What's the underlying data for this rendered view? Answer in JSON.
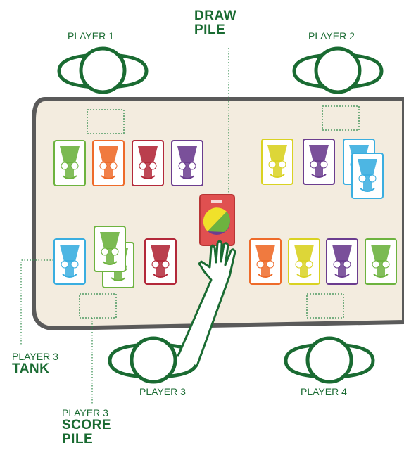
{
  "labels": {
    "draw_pile_line1": "DRAW",
    "draw_pile_line2": "PILE",
    "player1": "PLAYER 1",
    "player2": "PLAYER 2",
    "player3": "PLAYER 3",
    "player4": "PLAYER 4",
    "tank_line1": "PLAYER 3",
    "tank_line2": "TANK",
    "score_line1": "PLAYER 3",
    "score_line2": "SCORE",
    "score_line3": "PILE"
  },
  "colors": {
    "accent_green": "#1a6b32",
    "table_fill": "#f3ecdf",
    "table_border": "#5a5a5a",
    "card_green": "#6db33f",
    "card_orange": "#ee6b2a",
    "card_red": "#b3293a",
    "card_purple": "#6b3d8f",
    "card_yellow": "#d9d222",
    "card_blue": "#3aaee0"
  },
  "cards": {
    "player1": [
      "green",
      "orange",
      "red",
      "purple"
    ],
    "player2": [
      "yellow",
      "purple",
      "blue",
      "blue"
    ],
    "player3": [
      "blue",
      "green",
      "green",
      "red"
    ],
    "player4": [
      "orange",
      "yellow",
      "purple",
      "green"
    ]
  },
  "icons": {
    "seat": "player-seat-icon",
    "hand": "reaching-hand-icon",
    "draw_card": "draw-pile-card-icon"
  }
}
